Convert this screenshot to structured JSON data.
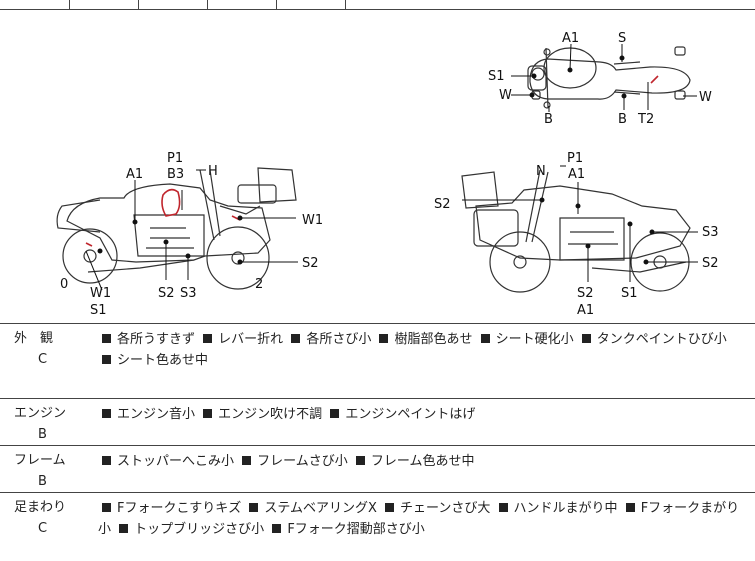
{
  "diagram": {
    "top_view": {
      "A1": "A1",
      "S": "S",
      "S1": "S1",
      "W_left": "W",
      "W_right": "W",
      "B_left": "B",
      "B_right": "B",
      "T2": "T2"
    },
    "left_side": {
      "P1": "P1",
      "B3": "B3",
      "H": "H",
      "A1": "A1",
      "W1_right": "W1",
      "S2_right": "S2",
      "zero": "0",
      "W1_low": "W1",
      "S1_low": "S1",
      "S2_low": "S2",
      "S3_low": "S3",
      "two": "2"
    },
    "right_side": {
      "P1": "P1",
      "N": "N",
      "A1": "A1",
      "S2_left": "S2",
      "S3": "S3",
      "S2_right": "S2",
      "S2_low": "S2",
      "A1_low": "A1",
      "S1_low": "S1"
    }
  },
  "rows": [
    {
      "category": "外　観",
      "grade": "C",
      "items": [
        "各所うすきず",
        "レバー折れ",
        "各所さび小",
        "樹脂部色あせ",
        "シート硬化小",
        "タンクペイントひび小",
        "シート色あせ中"
      ]
    },
    {
      "category": "エンジン",
      "grade": "B",
      "items": [
        "エンジン音小",
        "エンジン吹け不調",
        "エンジンペイントはげ"
      ]
    },
    {
      "category": "フレーム",
      "grade": "B",
      "items": [
        "ストッパーへこみ小",
        "フレームさび小",
        "フレーム色あせ中"
      ]
    },
    {
      "category": "足まわり",
      "grade": "C",
      "items": [
        "Fフォークこすりキズ",
        "ステムベアリングX",
        "チェーンさび大",
        "ハンドルまがり中",
        "Fフォークまがり小",
        "トップブリッジさび小",
        "Fフォーク摺動部さび小"
      ]
    }
  ]
}
